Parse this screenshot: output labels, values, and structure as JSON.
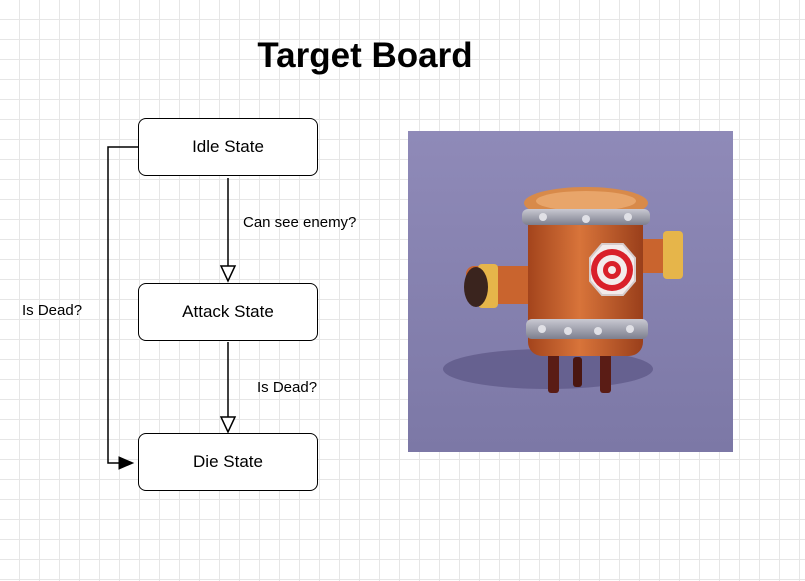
{
  "title": "Target Board",
  "states": {
    "idle": "Idle State",
    "attack": "Attack State",
    "die": "Die State"
  },
  "transitions": {
    "idle_to_attack": "Can see enemy?",
    "attack_to_die": "Is Dead?",
    "idle_to_die": "Is Dead?"
  },
  "colors": {
    "grid": "#e6e6e6",
    "stroke": "#000000",
    "picture_background": "#8f8ab8",
    "target_red": "#d9202a"
  },
  "picture": {
    "subject": "target-board-character-icon"
  }
}
